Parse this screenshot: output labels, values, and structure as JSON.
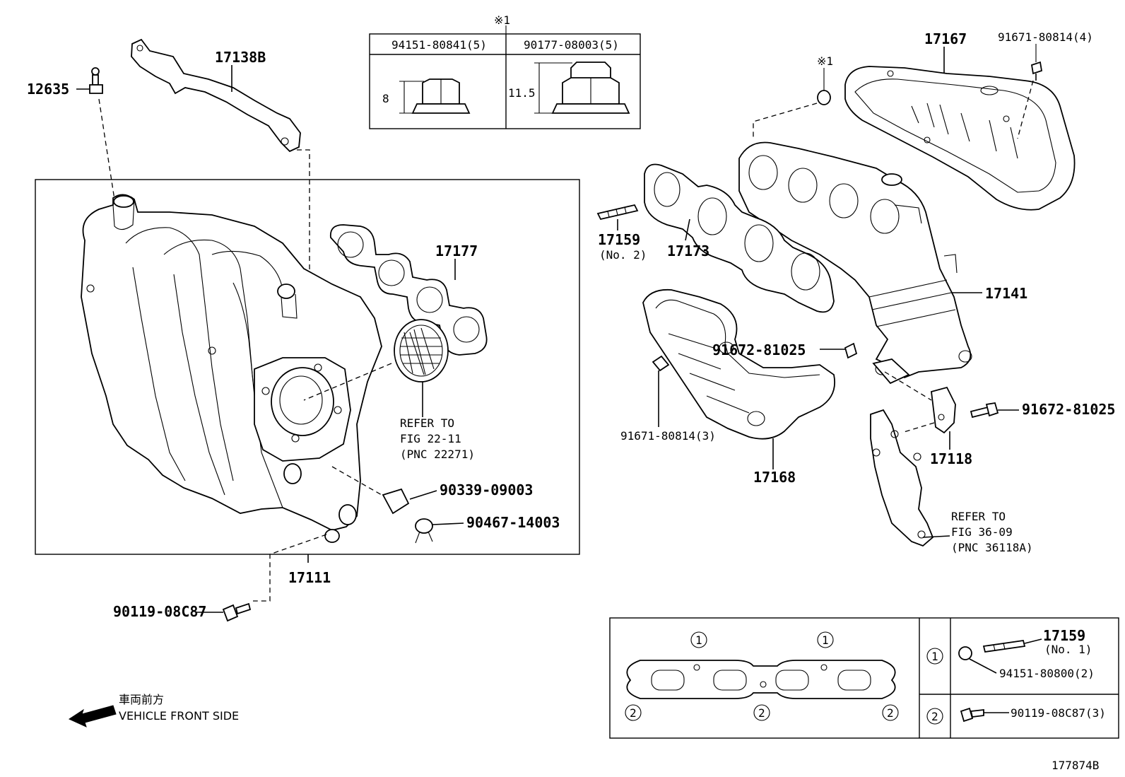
{
  "figure_id": "177874B",
  "front_side": {
    "jp": "車両前方",
    "en": "VEHICLE FRONT SIDE"
  },
  "nut_table": {
    "marker": "※1",
    "col1_part": "94151-80841(5)",
    "col1_dim": "8",
    "col2_part": "90177-08003(5)",
    "col2_dim": "11.5"
  },
  "callouts": {
    "p12635": "12635",
    "p17138B": "17138B",
    "p17177": "17177",
    "p17111": "17111",
    "p90119a": "90119-08C87",
    "p90339": "90339-09003",
    "p90467": "90467-14003",
    "refer1_a": "REFER TO",
    "refer1_b": "FIG 22-11",
    "refer1_c": "(PNC 22271)",
    "p17167": "17167",
    "p91671_4": "91671-80814(4)",
    "marker_nut": "※1",
    "p17159": "17159",
    "p17159_no2": "(No. 2)",
    "p17173": "17173",
    "p17141": "17141",
    "p91672a": "91672-81025",
    "p91671_3": "91671-80814(3)",
    "p17168": "17168",
    "p91672b": "91672-81025",
    "p17118": "17118",
    "refer2_a": "REFER TO",
    "refer2_b": "FIG 36-09",
    "refer2_c": "(PNC 36118A)"
  },
  "legend": {
    "c1": "1",
    "c2": "2",
    "p17159": "17159",
    "p17159_no1": "(No. 1)",
    "p94151": "94151-80800(2)",
    "p90119": "90119-08C87(3)"
  }
}
